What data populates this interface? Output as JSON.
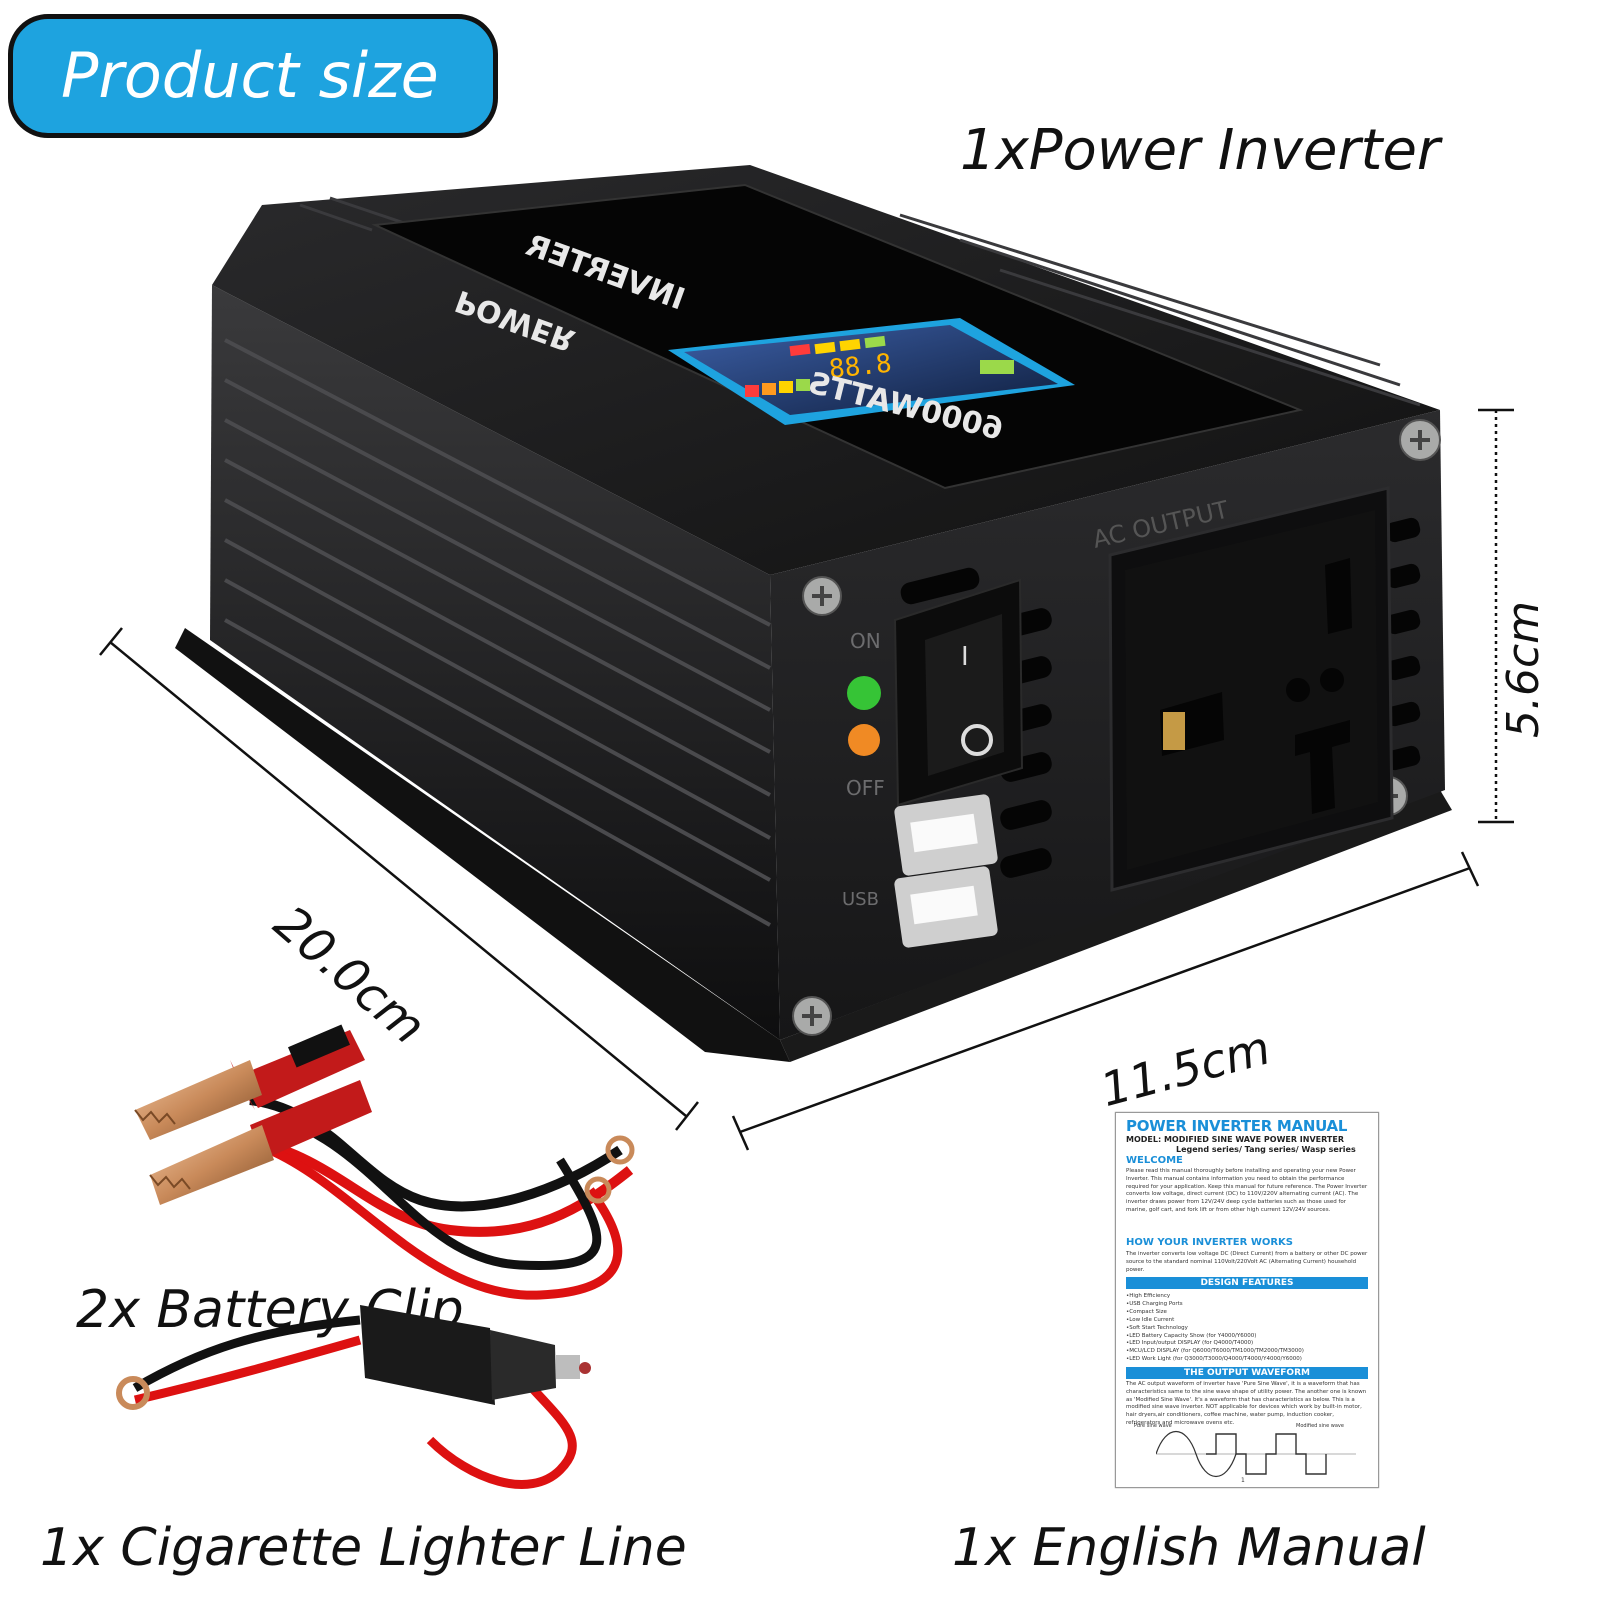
{
  "badge": {
    "label": "Product size"
  },
  "labels": {
    "inverter": "1xPower Inverter",
    "height": "5.6cm",
    "length": "20.0cm",
    "width": "11.5cm",
    "battery_clip": "2x Battery Clip",
    "cigarette": "1x Cigarette Lighter Line",
    "manual": "1x English Manual"
  },
  "device": {
    "brand_line1": "POWER",
    "brand_line2": "INVERTER",
    "wattage": "6000WATTS",
    "panel_label_on": "ON",
    "panel_label_off": "OFF",
    "panel_label_usb": "USB",
    "output_label": "AC OUTPUT",
    "switch_on_glyph": "I",
    "switch_off_glyph": "O"
  },
  "manual_doc": {
    "title": "POWER INVERTER MANUAL",
    "model_line": "MODEL:   MODIFIED SINE WAVE POWER INVERTER",
    "series_line": "Legend series/ Tang series/ Wasp series",
    "welcome_h": "WELCOME",
    "welcome_text": "Please read this manual thoroughly before installing and operating your new Power Inverter. This manual contains information you need to obtain the performance required for your application. Keep this manual for future reference. The Power Inverter converts low voltage, direct current (DC) to 110V/220V alternating current (AC). The inverter draws power from 12V/24V deep cycle batteries such as those used for marine, golf cart, and fork lift or from other high current 12V/24V sources.",
    "works_h": "HOW YOUR INVERTER WORKS",
    "works_text": "The inverter converts low voltage DC (Direct Current) from a battery or other DC power source to the standard nominal 110Volt/220Volt AC (Alternating Current) household power.",
    "features_bar": "DESIGN FEATURES",
    "features": [
      "•High Efficiency",
      "•USB Charging Ports",
      "•Compact Size",
      "•Low Idle Current",
      "•Soft Start Technology",
      "•LED Battery Capacity Show (for Y4000/Y6000)",
      "•LED Input/output DISPLAY (for Q4000/T4000)",
      "•MCU/LCD DISPLAY (for Q6000/T6000/TM1000/TM2000/TM3000)",
      "•LED Work Light (for Q3000/T3000/Q4000/T4000/Y4000/Y6000)"
    ],
    "waveform_bar": "THE OUTPUT WAVEFORM",
    "waveform_text": "The AC output waveform of inverter have 'Pure Sine Wave', it is a waveform that has characteristics same to the sine wave shape of utility power. The another one is known as 'Modified Sine Wave'. It's a waveform that has characteristics as below. This is a modified sine wave inverter. NOT applicable for devices which work by built-in motor, hair dryers,air conditioners, coffee machine, water pump, induction cooker, refrigerators and microwave ovens etc.",
    "pure_label": "Pure sine wave",
    "modified_label": "Modified sine wave",
    "page_no": "1"
  },
  "colors": {
    "badge_blue": "#1ea3df",
    "manual_blue": "#1a8fd8",
    "device_body": "#1b1b1d",
    "led_green": "#36c436",
    "led_orange": "#f08a24"
  }
}
